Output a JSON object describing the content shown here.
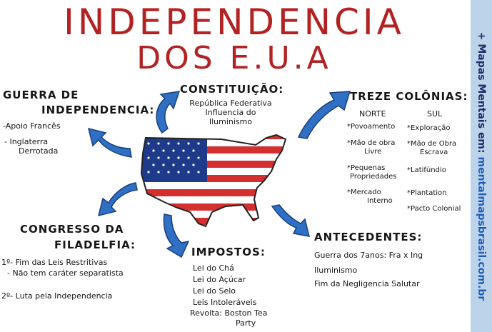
{
  "title": {
    "line1": "INDEPENDENCIA",
    "line2": "DOS E.U.A"
  },
  "sidebar": {
    "prefix": "+ Mapas Mentais em:",
    "url": "mentalmapsbrasil.com.br"
  },
  "guerra": {
    "heading_line1": "GUERRA DE",
    "heading_line2": "INDEPENDENCIA:",
    "items": [
      "-Apoio Francês",
      "- Inglaterra",
      "Derrotada"
    ]
  },
  "constituicao": {
    "heading": "CONSTITUIÇÃO:",
    "items": [
      "República Federativa",
      "Influencia do",
      "Iluminismo"
    ]
  },
  "treze": {
    "heading": "TREZE COLÔNIAS:",
    "norte_label": "NORTE",
    "sul_label": "SUL",
    "norte_items": [
      "*Povoamento",
      "*Mão de obra",
      "Livre",
      "*Pequenas",
      "Propriedades",
      "*Mercado",
      "Interno"
    ],
    "sul_items": [
      "*Exploração",
      "*Mão de Obra",
      "Escrava",
      "*Latifúndio",
      "*Plantation",
      "*Pacto Colonial"
    ]
  },
  "congresso": {
    "heading_line1": "CONGRESSO DA",
    "heading_line2": "FILADELFIA:",
    "items": [
      "1º- Fim das Leis Restritivas",
      "- Não tem caráter separatista",
      "2º- Luta pela Independencia"
    ]
  },
  "impostos": {
    "heading": "IMPOSTOS:",
    "items": [
      "Lei do Chá",
      "Lei do Açúcar",
      "Lei do Selo",
      "Leis Intoleráveis",
      "Revolta: Boston Tea",
      "Party"
    ]
  },
  "antecedentes": {
    "heading": "ANTECEDENTES:",
    "items": [
      "Guerra dos 7anos: Fra x Ing",
      "Iluminismo",
      "Fim da Negligencia Salutar"
    ]
  },
  "colors": {
    "title_red": "#b22222",
    "arrow_blue": "#2f6fc4",
    "flag_red": "#d32f2f",
    "flag_blue": "#1e3a8a",
    "sidebar_bg": "#bcd3ea"
  },
  "icons": [
    "arrow-icon",
    "usa-flag-map"
  ]
}
